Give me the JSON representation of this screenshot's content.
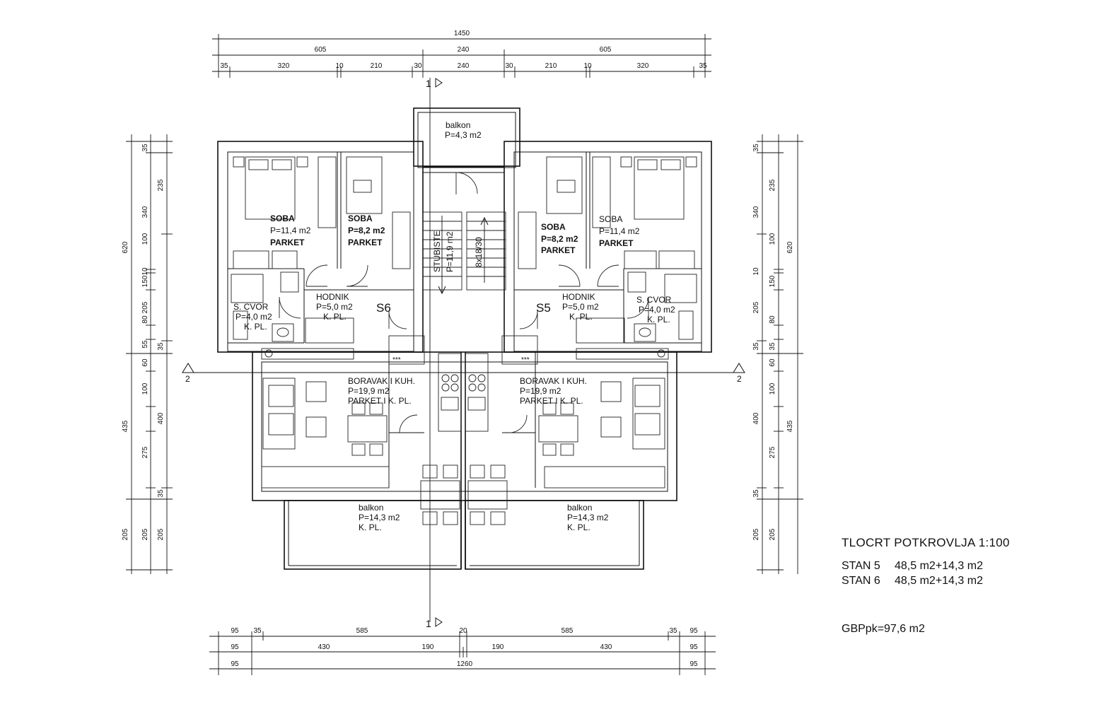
{
  "plan": {
    "dims_top": {
      "row1": [
        "1450"
      ],
      "row2": [
        "605",
        "240",
        "605"
      ],
      "row3": [
        "35",
        "320",
        "10",
        "210",
        "30",
        "240",
        "30",
        "210",
        "10",
        "320",
        "35"
      ]
    },
    "dims_bottom": {
      "row1": [
        "95",
        "35",
        "585",
        "20",
        "585",
        "35",
        "95"
      ],
      "row2": [
        "95",
        "430",
        "190",
        "190",
        "430",
        "95"
      ],
      "row3": [
        "95",
        "1260",
        "95"
      ]
    },
    "dims_left": {
      "outer": [
        "620",
        "435",
        "205"
      ],
      "mid": [
        "35",
        "340",
        "100",
        "10",
        "150",
        "205",
        "80",
        "55",
        "60",
        "100",
        "400",
        "275",
        "35",
        "205"
      ],
      "inner": [
        "235",
        "35",
        "205"
      ]
    },
    "dims_right": {
      "outer": [
        "620",
        "435"
      ],
      "mid": [
        "35",
        "340",
        "100",
        "10",
        "150",
        "205",
        "80",
        "35",
        "60",
        "100",
        "400",
        "275",
        "35",
        "205"
      ],
      "inner": [
        "235",
        "35",
        "205"
      ]
    },
    "section_marks": {
      "top": "1",
      "bottom": "1",
      "left": "2",
      "right": "2"
    },
    "rooms": {
      "balkon_top": {
        "name": "balkon",
        "area": "P=4,3 m2"
      },
      "soba_l1": {
        "name": "SOBA",
        "area": "P=11,4 m2",
        "floor": "PARKET"
      },
      "soba_l2": {
        "name": "SOBA",
        "area": "P=8,2 m2",
        "floor": "PARKET"
      },
      "soba_r2": {
        "name": "SOBA",
        "area": "P=8,2 m2",
        "floor": "PARKET"
      },
      "soba_r1": {
        "name": "SOBA",
        "area": "P=11,4 m2",
        "floor": "PARKET"
      },
      "stair_l": {
        "name": "STUBISTE",
        "area": "P=11,9 m2"
      },
      "stair_r": {
        "name": "8x18/30"
      },
      "hodnik_l": {
        "name": "HODNIK",
        "area": "P=5,0 m2",
        "floor": "K. PL."
      },
      "hodnik_r": {
        "name": "HODNIK",
        "area": "P=5,0 m2",
        "floor": "K. PL."
      },
      "scvor_l": {
        "name": "S. CVOR",
        "area": "P=4,0 m2",
        "floor": "K. PL."
      },
      "scvor_r": {
        "name": "S. CVOR",
        "area": "P=4,0 m2",
        "floor": "K. PL."
      },
      "unit_l": "S6",
      "unit_r": "S5",
      "boravak_l": {
        "name": "BORAVAK I KUH.",
        "area": "P=19,9 m2",
        "floor": "PARKET I K. PL."
      },
      "boravak_r": {
        "name": "BORAVAK I KUH.",
        "area": "P=19,9 m2",
        "floor": "PARKET I K. PL."
      },
      "balkon_l": {
        "name": "balkon",
        "area": "P=14,3 m2",
        "floor": "K. PL."
      },
      "balkon_r": {
        "name": "balkon",
        "area": "P=14,3 m2",
        "floor": "K. PL."
      },
      "hob_mark": "***"
    }
  },
  "legend": {
    "title": "TLOCRT POTKROVLJA 1:100",
    "stan5_label": "STAN 5",
    "stan5_value": "48,5 m2+14,3 m2",
    "stan6_label": "STAN 6",
    "stan6_value": "48,5 m2+14,3 m2",
    "gbp": "GBPpk=97,6 m2"
  }
}
